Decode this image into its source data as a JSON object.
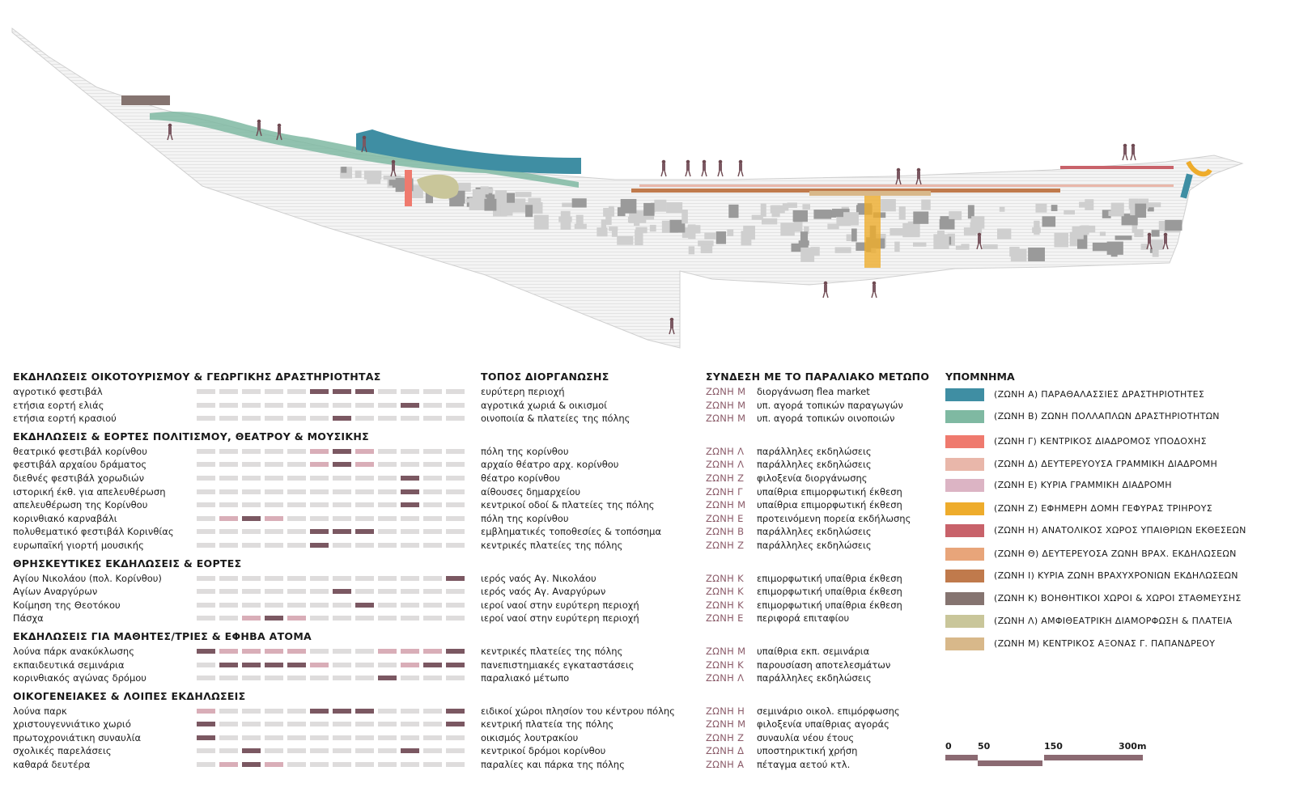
{
  "map": {
    "title": "coastal front plan"
  },
  "colors": {
    "empty": "#dedcdc",
    "secondary": "#d9aeb8",
    "primary": "#7b5862",
    "zone_text": "#8a5a68"
  },
  "columns": {
    "place": "ΤΟΠΟΣ ΔΙΟΡΓΑΝΩΣΗΣ",
    "link": "ΣΥΝΔΕΣΗ ΜΕ ΤΟ ΠΑΡΑΛΙΑΚΟ ΜΕΤΩΠΟ"
  },
  "sections": [
    {
      "title": "ΕΚΔΗΛΩΣΕΙΣ ΟΙΚΟΤΟΥΡΙΣΜΟΥ & ΓΕΩΡΓΙΚΗΣ ΔΡΑΣΤΗΡΙΟΤΗΤΑΣ",
      "events": [
        {
          "name": "αγροτικό φεστιβάλ",
          "months": [
            0,
            0,
            0,
            0,
            0,
            2,
            2,
            2,
            0,
            0,
            0,
            0
          ],
          "place": "ευρύτερη περιοχή",
          "zone": "ΖΩΝΗ Μ",
          "link": "διοργάνωση flea market"
        },
        {
          "name": "ετήσια εορτή ελιάς",
          "months": [
            0,
            0,
            0,
            0,
            0,
            0,
            0,
            0,
            0,
            2,
            0,
            0
          ],
          "place": "αγροτικά χωριά & οικισμοί",
          "zone": "ΖΩΝΗ Μ",
          "link": "υπ. αγορά τοπικών παραγωγών"
        },
        {
          "name": "ετήσια εορτή κρασιού",
          "months": [
            0,
            0,
            0,
            0,
            0,
            0,
            2,
            0,
            0,
            0,
            0,
            0
          ],
          "place": "οινοποιία & πλατείες της πόλης",
          "zone": "ΖΩΝΗ Μ",
          "link": "υπ. αγορά τοπικών οινοποιών"
        }
      ]
    },
    {
      "title": "ΕΚΔΗΛΩΣΕΙΣ & ΕΟΡΤΕΣ ΠΟΛΙΤΙΣΜΟΥ, ΘΕΑΤΡΟΥ & ΜΟΥΣΙΚΗΣ",
      "events": [
        {
          "name": "θεατρικό φεστιβάλ κορίνθου",
          "months": [
            0,
            0,
            0,
            0,
            0,
            1,
            2,
            1,
            0,
            0,
            0,
            0
          ],
          "place": "πόλη της κορίνθου",
          "zone": "ΖΩΝΗ Λ",
          "link": "παράλληλες εκδηλώσεις"
        },
        {
          "name": "φεστιβάλ αρχαίου δράματος",
          "months": [
            0,
            0,
            0,
            0,
            0,
            1,
            2,
            1,
            0,
            0,
            0,
            0
          ],
          "place": "αρχαίο θέατρο αρχ. κορίνθου",
          "zone": "ΖΩΝΗ Λ",
          "link": "παράλληλες εκδηλώσεις"
        },
        {
          "name": "διεθνές φεστιβάλ χορωδιών",
          "months": [
            0,
            0,
            0,
            0,
            0,
            0,
            0,
            0,
            0,
            2,
            0,
            0
          ],
          "place": "θέατρο κορίνθου",
          "zone": "ΖΩΝΗ Ζ",
          "link": "φιλοξενία διοργάνωσης"
        },
        {
          "name": "ιστορική έκθ. για απελευθέρωση",
          "months": [
            0,
            0,
            0,
            0,
            0,
            0,
            0,
            0,
            0,
            2,
            0,
            0
          ],
          "place": "αίθουσες δημαρχείου",
          "zone": "ΖΩΝΗ Γ",
          "link": "υπαίθρια επιμορφωτική έκθεση"
        },
        {
          "name": "απελευθέρωση της Κορίνθου",
          "months": [
            0,
            0,
            0,
            0,
            0,
            0,
            0,
            0,
            0,
            2,
            0,
            0
          ],
          "place": "κεντρικοί οδοί & πλατείες της πόλης",
          "zone": "ΖΩΝΗ Μ",
          "link": "υπαίθρια επιμορφωτική έκθεση"
        },
        {
          "name": "κορινθιακό καρναβάλι",
          "months": [
            0,
            1,
            2,
            1,
            0,
            0,
            0,
            0,
            0,
            0,
            0,
            0
          ],
          "place": "πόλη της κορίνθου",
          "zone": "ΖΩΝΗ Ε",
          "link": "προτεινόμενη πορεία εκδήλωσης"
        },
        {
          "name": "πολυθεματικό φεστιβάλ Κορινθίας",
          "months": [
            0,
            0,
            0,
            0,
            0,
            2,
            2,
            2,
            0,
            0,
            0,
            0
          ],
          "place": "εμβληματικές τοποθεσίες & τοπόσημα",
          "zone": "ΖΩΝΗ Β",
          "link": "παράλληλες εκδηλώσεις"
        },
        {
          "name": "ευρωπαϊκή γιορτή μουσικής",
          "months": [
            0,
            0,
            0,
            0,
            0,
            2,
            0,
            0,
            0,
            0,
            0,
            0
          ],
          "place": "κεντρικές πλατείες της πόλης",
          "zone": "ΖΩΝΗ Ζ",
          "link": "παράλληλες εκδηλώσεις"
        }
      ]
    },
    {
      "title": "ΘΡΗΣΚΕΥΤΙΚΕΣ ΕΚΔΗΛΩΣΕΙΣ & ΕΟΡΤΕΣ",
      "events": [
        {
          "name": "Αγίου Νικολάου (πολ. Κορίνθου)",
          "months": [
            0,
            0,
            0,
            0,
            0,
            0,
            0,
            0,
            0,
            0,
            0,
            2
          ],
          "place": "ιερός ναός Αγ. Νικολάου",
          "zone": "ΖΩΝΗ Κ",
          "link": "επιμορφωτική υπαίθρια έκθεση"
        },
        {
          "name": "Αγίων Αναργύρων",
          "months": [
            0,
            0,
            0,
            0,
            0,
            0,
            2,
            0,
            0,
            0,
            0,
            0
          ],
          "place": "ιερός ναός Αγ. Αναργύρων",
          "zone": "ΖΩΝΗ Κ",
          "link": "επιμορφωτική υπαίθρια έκθεση"
        },
        {
          "name": "Κοίμηση της Θεοτόκου",
          "months": [
            0,
            0,
            0,
            0,
            0,
            0,
            0,
            2,
            0,
            0,
            0,
            0
          ],
          "place": "ιεροί ναοί στην ευρύτερη περιοχή",
          "zone": "ΖΩΝΗ Κ",
          "link": "επιμορφωτική υπαίθρια έκθεση"
        },
        {
          "name": "Πάσχα",
          "months": [
            0,
            0,
            1,
            2,
            1,
            0,
            0,
            0,
            0,
            0,
            0,
            0
          ],
          "place": "ιεροί ναοί στην ευρύτερη περιοχή",
          "zone": "ΖΩΝΗ Ε",
          "link": "περιφορά επιταφίου"
        }
      ]
    },
    {
      "title": "ΕΚΔΗΛΩΣΕΙΣ ΓΙΑ ΜΑΘΗΤΕΣ/ΤΡΙΕΣ & ΕΦΗΒΑ ΑΤΟΜΑ",
      "events": [
        {
          "name": "λούνα πάρκ ανακύκλωσης",
          "months": [
            2,
            1,
            1,
            1,
            1,
            0,
            0,
            0,
            1,
            1,
            1,
            2
          ],
          "place": "κεντρικές πλατείες της πόλης",
          "zone": "ΖΩΝΗ Μ",
          "link": "υπαίθρια εκπ. σεμινάρια"
        },
        {
          "name": "εκπαιδευτικά σεμινάρια",
          "months": [
            0,
            2,
            2,
            2,
            2,
            1,
            0,
            0,
            0,
            1,
            2,
            2
          ],
          "place": "πανεπιστημιακές εγκαταστάσεις",
          "zone": "ΖΩΝΗ Κ",
          "link": "παρουσίαση αποτελεσμάτων"
        },
        {
          "name": "κορινθιακός αγώνας δρόμου",
          "months": [
            0,
            0,
            0,
            0,
            0,
            0,
            0,
            0,
            2,
            0,
            0,
            0
          ],
          "place": "παραλιακό μέτωπο",
          "zone": "ΖΩΝΗ Λ",
          "link": "παράλληλες εκδηλώσεις"
        }
      ]
    },
    {
      "title": "ΟΙΚΟΓΕΝΕΙΑΚΕΣ & ΛΟΙΠΕΣ ΕΚΔΗΛΩΣΕΙΣ",
      "events": [
        {
          "name": "λούνα παρκ",
          "months": [
            1,
            0,
            0,
            0,
            0,
            2,
            2,
            2,
            0,
            0,
            0,
            2
          ],
          "place": "ειδικοί χώροι πλησίον του κέντρου πόλης",
          "zone": "ΖΩΝΗ Η",
          "link": "σεμινάριο οικολ. επιμόρφωσης"
        },
        {
          "name": "χριστουγεννιάτικο χωριό",
          "months": [
            2,
            0,
            0,
            0,
            0,
            0,
            0,
            0,
            0,
            0,
            0,
            2
          ],
          "place": "κεντρική πλατεία της πόλης",
          "zone": "ΖΩΝΗ Μ",
          "link": "φιλοξενία υπαίθριας αγοράς"
        },
        {
          "name": "πρωτοχρονιάτικη συναυλία",
          "months": [
            2,
            0,
            0,
            0,
            0,
            0,
            0,
            0,
            0,
            0,
            0,
            0
          ],
          "place": "οικισμός λουτρακίου",
          "zone": "ΖΩΝΗ Ζ",
          "link": "συναυλία νέου έτους"
        },
        {
          "name": "σχολικές παρελάσεις",
          "months": [
            0,
            0,
            2,
            0,
            0,
            0,
            0,
            0,
            0,
            2,
            0,
            0
          ],
          "place": "κεντρικοί δρόμοι κορίνθου",
          "zone": "ΖΩΝΗ Δ",
          "link": "υποστηρικτική χρήση"
        },
        {
          "name": "καθαρά δευτέρα",
          "months": [
            0,
            1,
            2,
            1,
            0,
            0,
            0,
            0,
            0,
            0,
            0,
            0
          ],
          "place": "παραλίες και πάρκα της πόλης",
          "zone": "ΖΩΝΗ Α",
          "link": "πέταγμα αετού κτλ."
        }
      ]
    }
  ],
  "legend": {
    "title": "ΥΠΟΜΝΗΜΑ",
    "items": [
      {
        "label": "(ΖΩΝΗ Α) ΠΑΡΑΘΑΛΑΣΣΙΕΣ ΔΡΑΣΤΗΡΙΟΤΗΤΕΣ",
        "color": "#3f8ea3"
      },
      {
        "label": "(ΖΩΝΗ Β) ΖΩΝΗ ΠΟΛΛΑΠΛΩΝ ΔΡΑΣΤΗΡΙΟΤΗΤΩΝ",
        "color": "#7fb9a2"
      },
      {
        "label": "(ΖΩΝΗ Γ) ΚΕΝΤΡΙΚΟΣ ΔΙΑΔΡΟΜΟΣ ΥΠΟΔΟΧΗΣ",
        "color": "#ef7a6e"
      },
      {
        "label": "(ΖΩΝΗ Δ) ΔΕΥΤΕΡΕΥΟΥΣΑ ΓΡΑΜΜΙΚΗ ΔΙΑΔΡΟΜΗ",
        "color": "#e9b7aa"
      },
      {
        "label": "(ΖΩΝΗ Ε) ΚΥΡΙΑ ΓΡΑΜΜΙΚΗ ΔΙΑΔΡΟΜΗ",
        "color": "#dcb4c4"
      },
      {
        "label": "(ΖΩΝΗ Ζ) ΕΦΗΜΕΡΗ ΔΟΜΗ ΓΕΦΥΡΑΣ ΤΡΙΗΡΟΥΣ",
        "color": "#eeac2c"
      },
      {
        "label": "(ΖΩΝΗ Η) ΑΝΑΤΟΛΙΚΟΣ ΧΩΡΟΣ ΥΠΑΙΘΡΙΩΝ ΕΚΘΕΣΕΩΝ",
        "color": "#c8626a"
      },
      {
        "label": "(ΖΩΝΗ Θ) ΔΕΥΤΕΡΕΥΟΣΑ ΖΩΝΗ ΒΡΑΧ. ΕΚΔΗΛΩΣΕΩΝ",
        "color": "#e8a57a"
      },
      {
        "label": "(ΖΩΝΗ Ι) ΚΥΡΙΑ ΖΩΝΗ ΒΡΑΧΥΧΡΟΝΙΩΝ ΕΚΔΗΛΩΣΕΩΝ",
        "color": "#c07a4c"
      },
      {
        "label": "(ΖΩΝΗ Κ) ΒΟΗΘΗΤΙΚΟΙ ΧΩΡΟΙ & ΧΩΡΟΙ ΣΤΑΘΜΕΥΣΗΣ",
        "color": "#857470"
      },
      {
        "label": "(ΖΩΝΗ Λ) ΑΜΦΙΘΕΑΤΡΙΚΗ ΔΙΑΜΟΡΦΩΣΗ & ΠΛΑΤΕΙΑ",
        "color": "#c9c69a"
      },
      {
        "label": "(ΖΩΝΗ Μ) ΚΕΝΤΡΙΚΟΣ ΑΞΟΝΑΣ Γ. ΠΑΠΑΝΔΡΕΟΥ",
        "color": "#d8b88a"
      }
    ]
  },
  "scale": {
    "labels": [
      "0",
      "50",
      "150",
      "300m"
    ]
  }
}
